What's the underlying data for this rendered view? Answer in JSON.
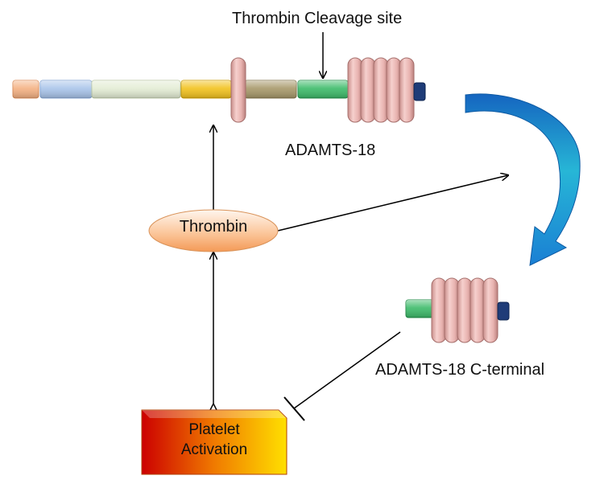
{
  "labels": {
    "cleavage_site": "Thrombin Cleavage site",
    "full_protein": "ADAMTS-18",
    "thrombin": "Thrombin",
    "platelet": "Platelet\nActivation",
    "c_terminal": "ADAMTS-18 C-terminal"
  },
  "colors": {
    "domain_1": "#f4b183",
    "domain_2": "#a9c4ea",
    "domain_3": "#e3ecd4",
    "domain_4": "#f2c21e",
    "domain_5": "#a7986a",
    "domain_6": "#3dbb6a",
    "tsp_repeat": "#e9b4b1",
    "end_cap": "#1f3c78",
    "curved_arrow": "#1680c8",
    "thrombin_fill": "#f9b98a",
    "platelet_red": "#d40000",
    "platelet_yellow": "#ffd500"
  }
}
